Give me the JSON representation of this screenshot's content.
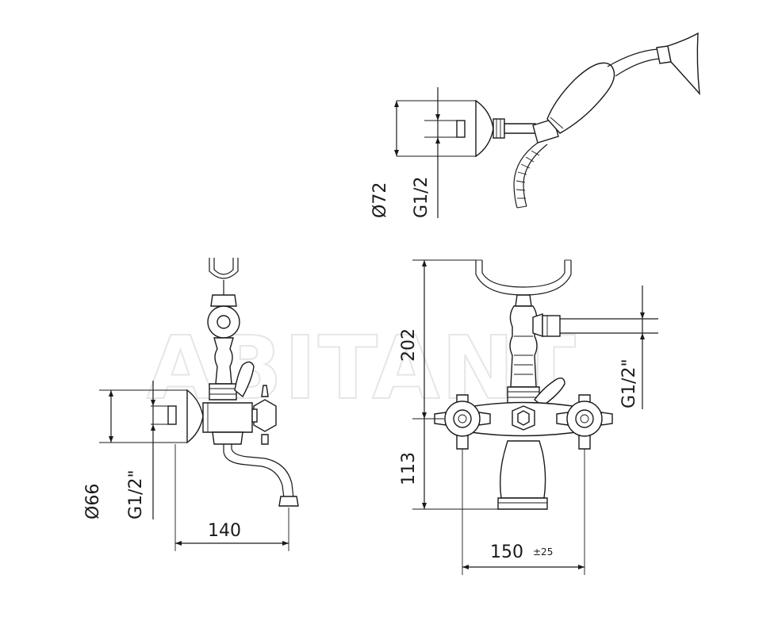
{
  "watermark": "ABITANT",
  "colors": {
    "line": "#1a1a1a",
    "background": "#ffffff",
    "watermark": "#e6e6e6"
  },
  "dimensions": {
    "hand_shower_diameter": "Ø72",
    "hand_shower_thread": "G1/2",
    "side_diameter": "Ø66",
    "side_thread": "G1/2\"",
    "spout_reach": "140",
    "height_upper": "202",
    "height_lower": "113",
    "front_thread": "G1/2\"",
    "center_distance": "150",
    "center_tolerance": "±25"
  }
}
